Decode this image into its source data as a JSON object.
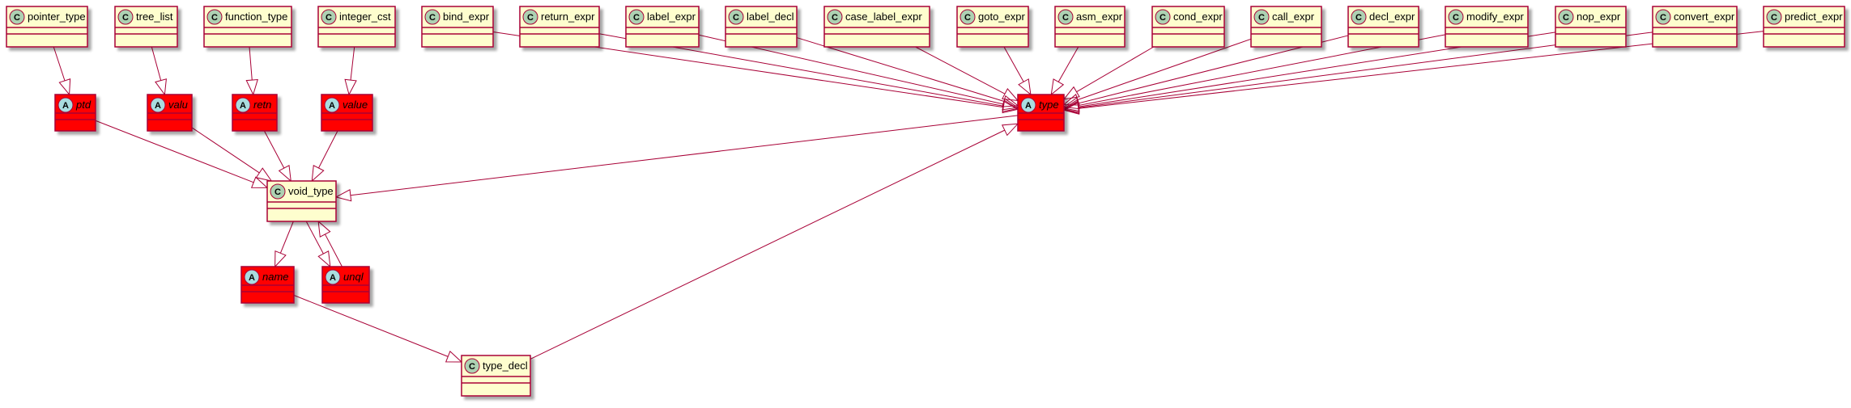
{
  "diagram": {
    "type": "uml-class-diagram",
    "colors": {
      "class_fill": "#FEFECE",
      "class_border": "#A80036",
      "abstract_fill": "#FF0000",
      "abstract_border": "#A80036",
      "edge": "#A80036",
      "class_badge": "#ADD1B2",
      "abstract_badge": "#A9DCDF",
      "shadow": "#D0D0D0"
    },
    "nodes": [
      {
        "id": "pointer_type",
        "label": "pointer_type",
        "kind": "class"
      },
      {
        "id": "tree_list",
        "label": "tree_list",
        "kind": "class"
      },
      {
        "id": "function_type",
        "label": "function_type",
        "kind": "class"
      },
      {
        "id": "integer_cst",
        "label": "integer_cst",
        "kind": "class"
      },
      {
        "id": "bind_expr",
        "label": "bind_expr",
        "kind": "class"
      },
      {
        "id": "return_expr",
        "label": "return_expr",
        "kind": "class"
      },
      {
        "id": "label_expr",
        "label": "label_expr",
        "kind": "class"
      },
      {
        "id": "label_decl",
        "label": "label_decl",
        "kind": "class"
      },
      {
        "id": "case_label_expr",
        "label": "case_label_expr",
        "kind": "class"
      },
      {
        "id": "goto_expr",
        "label": "goto_expr",
        "kind": "class"
      },
      {
        "id": "asm_expr",
        "label": "asm_expr",
        "kind": "class"
      },
      {
        "id": "cond_expr",
        "label": "cond_expr",
        "kind": "class"
      },
      {
        "id": "call_expr",
        "label": "call_expr",
        "kind": "class"
      },
      {
        "id": "decl_expr",
        "label": "decl_expr",
        "kind": "class"
      },
      {
        "id": "modify_expr",
        "label": "modify_expr",
        "kind": "class"
      },
      {
        "id": "nop_expr",
        "label": "nop_expr",
        "kind": "class"
      },
      {
        "id": "convert_expr",
        "label": "convert_expr",
        "kind": "class"
      },
      {
        "id": "predict_expr",
        "label": "predict_expr",
        "kind": "class"
      },
      {
        "id": "ptd",
        "label": "ptd",
        "kind": "abstract"
      },
      {
        "id": "valu",
        "label": "valu",
        "kind": "abstract"
      },
      {
        "id": "retn",
        "label": "retn",
        "kind": "abstract"
      },
      {
        "id": "value",
        "label": "value",
        "kind": "abstract"
      },
      {
        "id": "type",
        "label": "type",
        "kind": "abstract"
      },
      {
        "id": "void_type",
        "label": "void_type",
        "kind": "class"
      },
      {
        "id": "name",
        "label": "name",
        "kind": "abstract"
      },
      {
        "id": "unql",
        "label": "unql",
        "kind": "abstract"
      },
      {
        "id": "type_decl",
        "label": "type_decl",
        "kind": "class"
      }
    ],
    "edges": [
      {
        "from": "pointer_type",
        "to": "ptd"
      },
      {
        "from": "tree_list",
        "to": "valu"
      },
      {
        "from": "function_type",
        "to": "retn"
      },
      {
        "from": "integer_cst",
        "to": "value"
      },
      {
        "from": "bind_expr",
        "to": "type"
      },
      {
        "from": "return_expr",
        "to": "type"
      },
      {
        "from": "label_expr",
        "to": "type"
      },
      {
        "from": "label_decl",
        "to": "type"
      },
      {
        "from": "case_label_expr",
        "to": "type"
      },
      {
        "from": "goto_expr",
        "to": "type"
      },
      {
        "from": "asm_expr",
        "to": "type"
      },
      {
        "from": "cond_expr",
        "to": "type"
      },
      {
        "from": "call_expr",
        "to": "type"
      },
      {
        "from": "decl_expr",
        "to": "type"
      },
      {
        "from": "modify_expr",
        "to": "type"
      },
      {
        "from": "nop_expr",
        "to": "type"
      },
      {
        "from": "convert_expr",
        "to": "type"
      },
      {
        "from": "predict_expr",
        "to": "type"
      },
      {
        "from": "ptd",
        "to": "void_type"
      },
      {
        "from": "valu",
        "to": "void_type"
      },
      {
        "from": "retn",
        "to": "void_type"
      },
      {
        "from": "value",
        "to": "void_type"
      },
      {
        "from": "type",
        "to": "void_type"
      },
      {
        "from": "void_type",
        "to": "name"
      },
      {
        "from": "void_type",
        "to": "unql"
      },
      {
        "from": "unql",
        "to": "void_type"
      },
      {
        "from": "name",
        "to": "type_decl"
      },
      {
        "from": "type_decl",
        "to": "type"
      }
    ]
  }
}
